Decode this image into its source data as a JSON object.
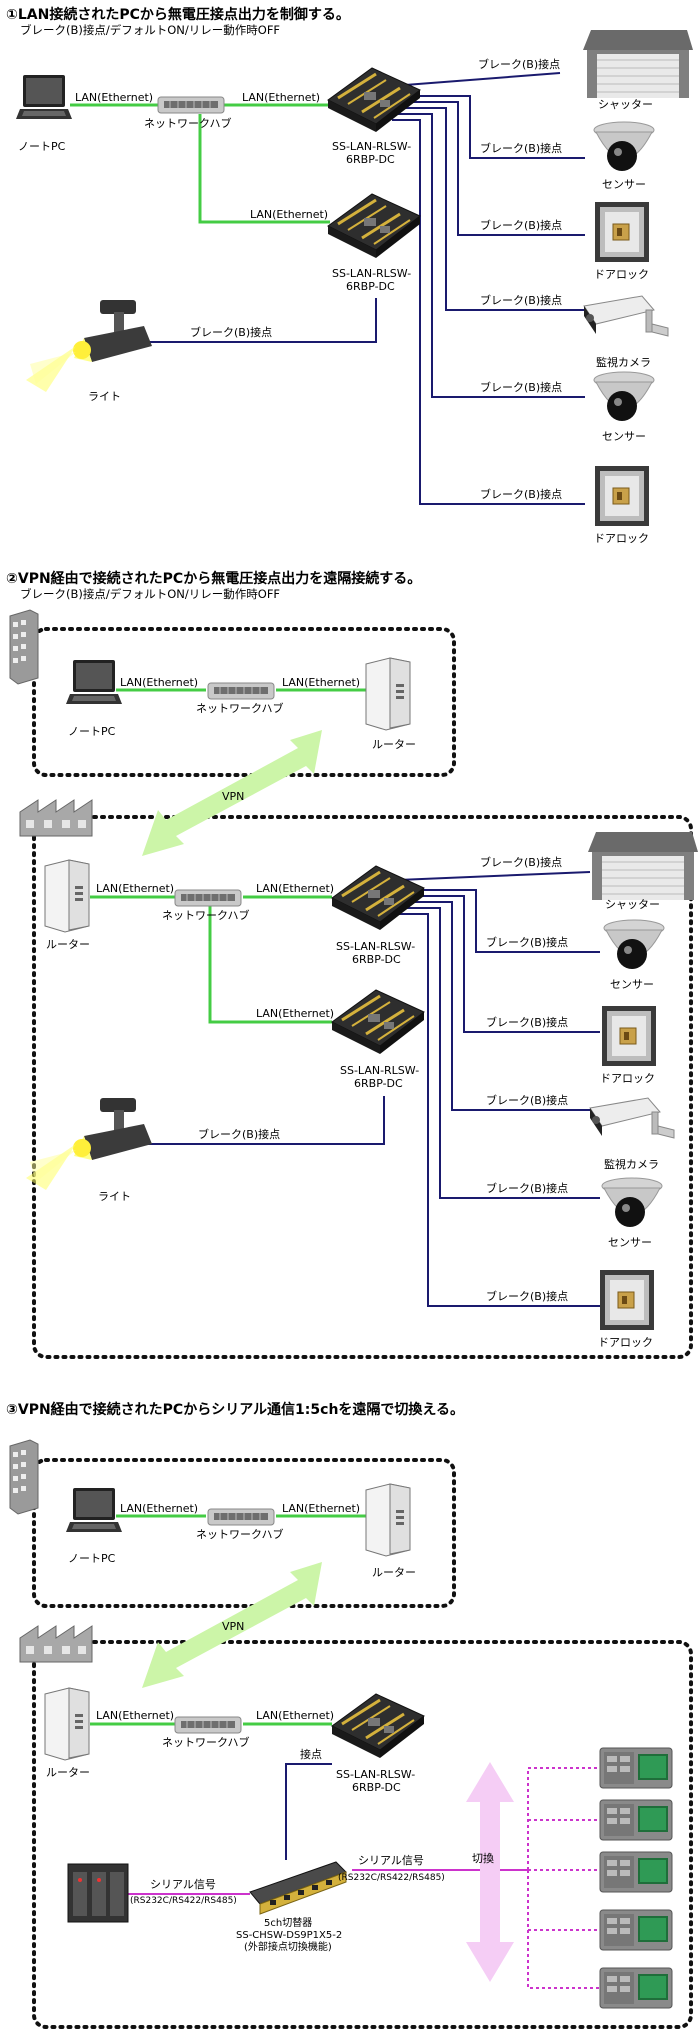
{
  "sections": [
    {
      "title": "①LAN接続されたPCから無電圧接点出力を制御する。",
      "subtitle": "ブレーク(B)接点/デフォルトON/リレー動作時OFF",
      "pc": "ノートPC",
      "lan1": "LAN(Ethernet)",
      "lan2": "LAN(Ethernet)",
      "lan3": "LAN(Ethernet)",
      "hub": "ネットワークハブ",
      "relay1": [
        "SS-LAN-RLSW-",
        "6RBP-DC"
      ],
      "relay2": [
        "SS-LAN-RLSW-",
        "6RBP-DC"
      ],
      "light": "ライト",
      "light_contact": "ブレーク(B)接点",
      "contacts": [
        "ブレーク(B)接点",
        "ブレーク(B)接点",
        "ブレーク(B)接点",
        "ブレーク(B)接点",
        "ブレーク(B)接点",
        "ブレーク(B)接点"
      ],
      "devices": [
        "シャッター",
        "センサー",
        "ドアロック",
        "監視カメラ",
        "センサー",
        "ドアロック"
      ]
    },
    {
      "title": "②VPN経由で接続されたPCから無電圧接点出力を遠隔接続する。",
      "subtitle": "ブレーク(B)接点/デフォルトON/リレー動作時OFF",
      "pc": "ノートPC",
      "hub_top": "ネットワークハブ",
      "router_top": "ルーター",
      "lan_top1": "LAN(Ethernet)",
      "lan_top2": "LAN(Ethernet)",
      "vpn": "VPN",
      "router_bottom": "ルーター",
      "hub_bottom": "ネットワークハブ",
      "lan1": "LAN(Ethernet)",
      "lan2": "LAN(Ethernet)",
      "lan3": "LAN(Ethernet)",
      "relay1": [
        "SS-LAN-RLSW-",
        "6RBP-DC"
      ],
      "relay2": [
        "SS-LAN-RLSW-",
        "6RBP-DC"
      ],
      "light": "ライト",
      "light_contact": "ブレーク(B)接点",
      "contacts": [
        "ブレーク(B)接点",
        "ブレーク(B)接点",
        "ブレーク(B)接点",
        "ブレーク(B)接点",
        "ブレーク(B)接点",
        "ブレーク(B)接点"
      ],
      "devices": [
        "シャッター",
        "センサー",
        "ドアロック",
        "監視カメラ",
        "センサー",
        "ドアロック"
      ]
    },
    {
      "title": "③VPN経由で接続されたPCからシリアル通信1:5chを遠隔で切換える。",
      "pc": "ノートPC",
      "hub_top": "ネットワークハブ",
      "router_top": "ルーター",
      "lan_top1": "LAN(Ethernet)",
      "lan_top2": "LAN(Ethernet)",
      "vpn": "VPN",
      "router_bottom": "ルーター",
      "hub_bottom": "ネットワークハブ",
      "lan1": "LAN(Ethernet)",
      "lan2": "LAN(Ethernet)",
      "relay": [
        "SS-LAN-RLSW-",
        "6RBP-DC"
      ],
      "contact": "接点",
      "serial_left": [
        "シリアル信号",
        "(RS232C/RS422/RS485)"
      ],
      "serial_right": [
        "シリアル信号",
        "(RS232C/RS422/RS485)"
      ],
      "switcher": [
        "5ch切替器",
        "SS-CHSW-DS9P1X5-2",
        "(外部接点切換機能)"
      ],
      "switch_label": "切換"
    }
  ],
  "colors": {
    "lan": "#44cc44",
    "contact_line": "#1a1a6e",
    "serial": "#cc33cc",
    "vpn_arrow": "#ccf5a8",
    "switch_arrow": "#f5cdf5",
    "relay_body": "#2e2e2e",
    "relay_gold": "#d4b13c"
  },
  "icons": [
    "laptop-icon",
    "network-hub-icon",
    "relay-board-icon",
    "shutter-icon",
    "dome-sensor-icon",
    "door-lock-icon",
    "security-camera-icon",
    "spotlight-icon",
    "router-icon",
    "building-icon",
    "factory-icon",
    "plc-icon",
    "serial-switcher-icon",
    "monitor-terminal-icon"
  ]
}
